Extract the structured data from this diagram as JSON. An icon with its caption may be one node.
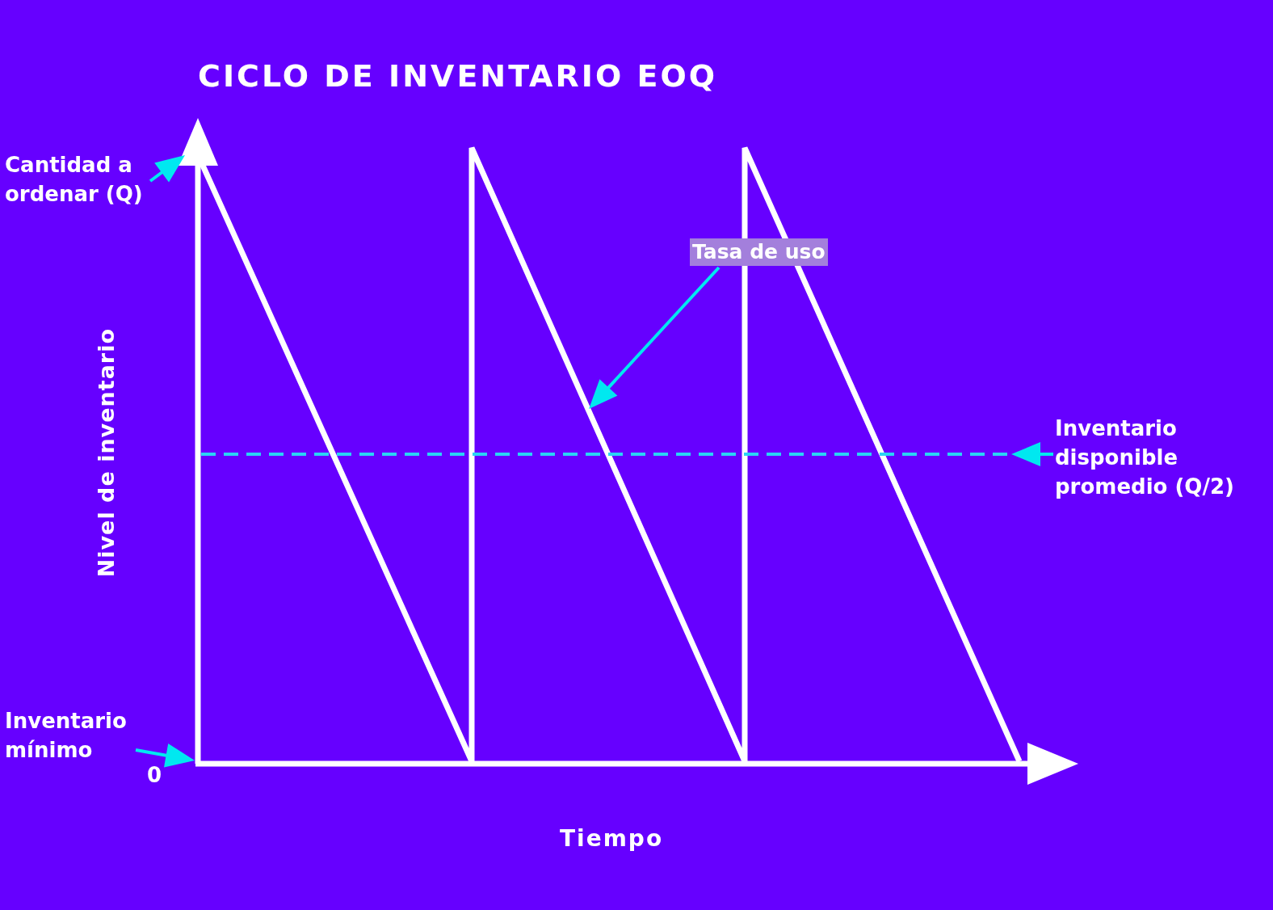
{
  "diagram": {
    "title": "CICLO DE INVENTARIO EOQ",
    "nodes": [
      {
        "text": [
          "Cantidad a ordenar (Q)"
        ]
      },
      {
        "text": [
          "Tasa de uso"
        ]
      },
      {
        "text": [
          "Inventario disponible promedio (Q/2)"
        ]
      },
      {
        "text": [
          "Inventario mínimo"
        ]
      },
      {
        "text": [],
        "shape": "axis"
      }
    ],
    "edges": [
      {
        "from": 0,
        "to": 4,
        "arrow": "to"
      },
      {
        "from": 1,
        "to": null,
        "arrow": "to"
      },
      {
        "from": 2,
        "to": null,
        "arrow": "to"
      },
      {
        "from": 3,
        "to": 4,
        "arrow": "to"
      }
    ],
    "labels": [
      "Nivel de inventario",
      "0",
      "Tiempo"
    ]
  }
}
